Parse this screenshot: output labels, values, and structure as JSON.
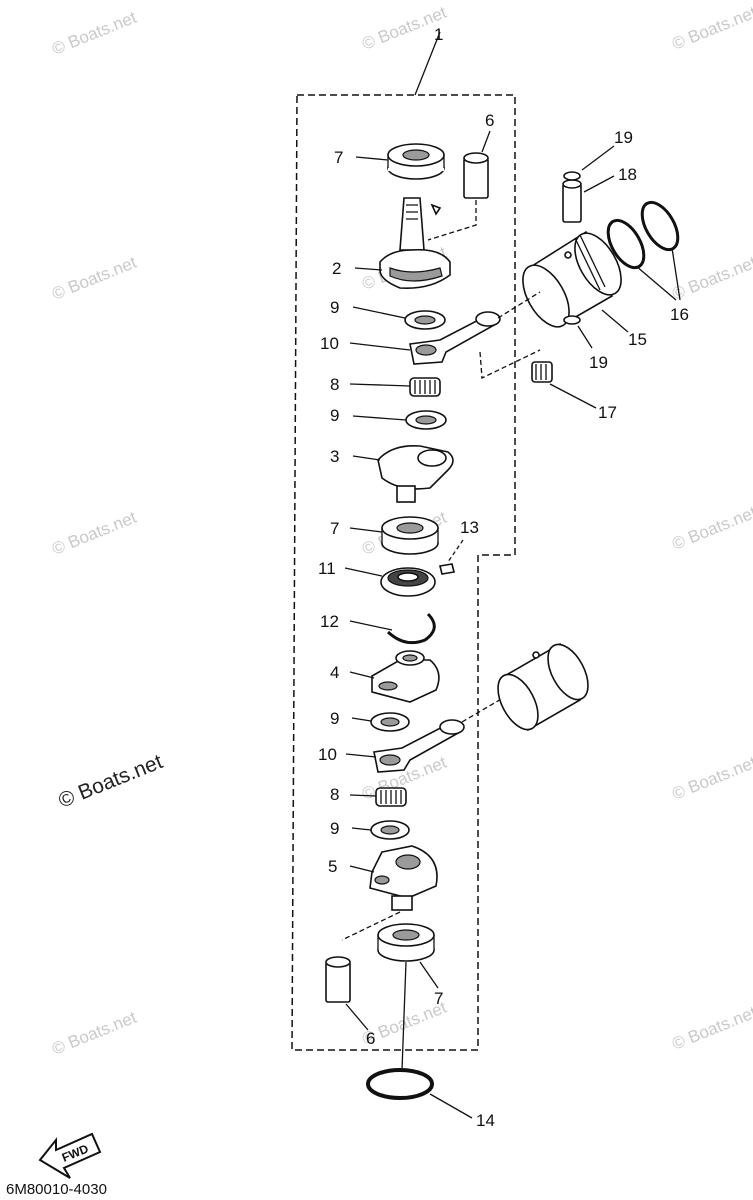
{
  "diagram": {
    "callouts": {
      "c1": "1",
      "c2": "2",
      "c3": "3",
      "c4": "4",
      "c5": "5",
      "c6a": "6",
      "c6b": "6",
      "c7a": "7",
      "c7b": "7",
      "c7c": "7",
      "c8a": "8",
      "c8b": "8",
      "c9a": "9",
      "c9b": "9",
      "c9c": "9",
      "c9d": "9",
      "c10a": "10",
      "c10b": "10",
      "c11": "11",
      "c12": "12",
      "c13": "13",
      "c14": "14",
      "c15": "15",
      "c16": "16",
      "c17": "17",
      "c18": "18",
      "c19a": "19",
      "c19b": "19"
    },
    "fwd_label": "FWD",
    "part_code": "6M80010-4030",
    "watermark": "© Boats.net"
  }
}
